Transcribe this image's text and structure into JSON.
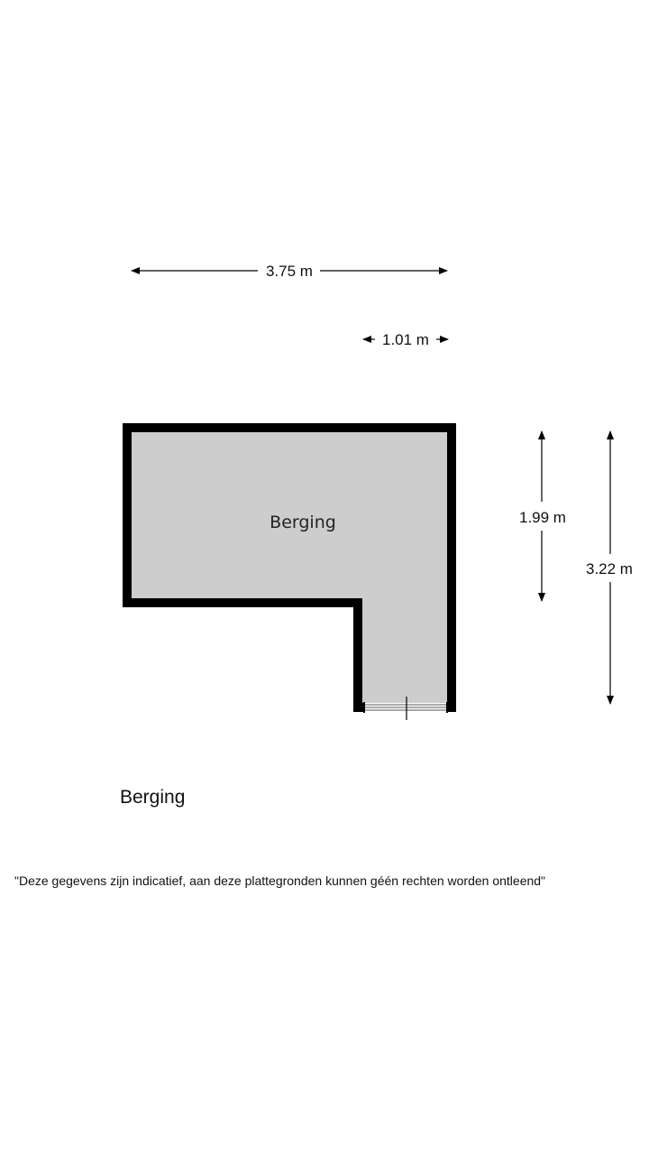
{
  "floor_name": "Berging",
  "disclaimer": "\"Deze gegevens zijn indicatief, aan deze plattegronden kunnen géén rechten worden ontleend\"",
  "room": {
    "name": "Berging",
    "fill_color": "#cdcdcd",
    "wall_color": "#000000"
  },
  "dimensions": {
    "total_width": "3.75 m",
    "bottom_width": "1.01 m",
    "upper_depth": "1.99 m",
    "total_depth": "3.22 m"
  }
}
